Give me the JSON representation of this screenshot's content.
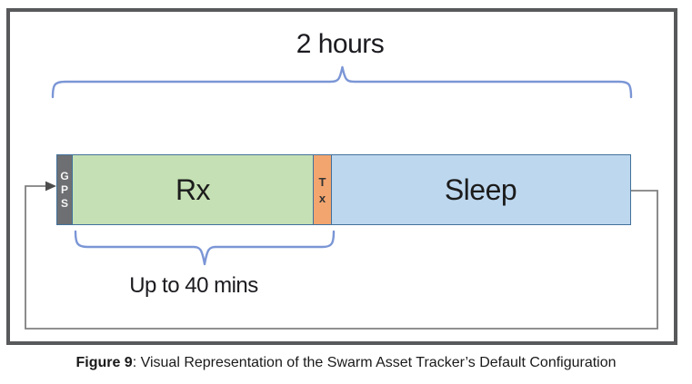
{
  "figure": {
    "top_duration_label": "2 hours",
    "bottom_duration_label": "Up to 40 mins",
    "segments": [
      {
        "id": "gps",
        "label": "GPS",
        "letters": [
          "G",
          "P",
          "S"
        ],
        "fill": "#6e6f72",
        "text_color": "#f5f5f5"
      },
      {
        "id": "rx",
        "label": "Rx",
        "fill": "#c5e0b4",
        "text_color": "#1c1c1c"
      },
      {
        "id": "tx",
        "label": "Tx",
        "letters": [
          "T",
          "x"
        ],
        "fill": "#f2a56f",
        "text_color": "#333333"
      },
      {
        "id": "sleep",
        "label": "Sleep",
        "fill": "#bdd7ee",
        "text_color": "#1c1c1c"
      }
    ],
    "colors": {
      "brace": "#7b96d6",
      "segment_border": "#41719c",
      "loop_line": "#808080",
      "arrowhead": "#4d4d4d",
      "frame_border": "#58595b"
    }
  },
  "caption": {
    "label": "Figure 9",
    "text": ": Visual Representation of the Swarm Asset Tracker’s Default Configuration"
  }
}
